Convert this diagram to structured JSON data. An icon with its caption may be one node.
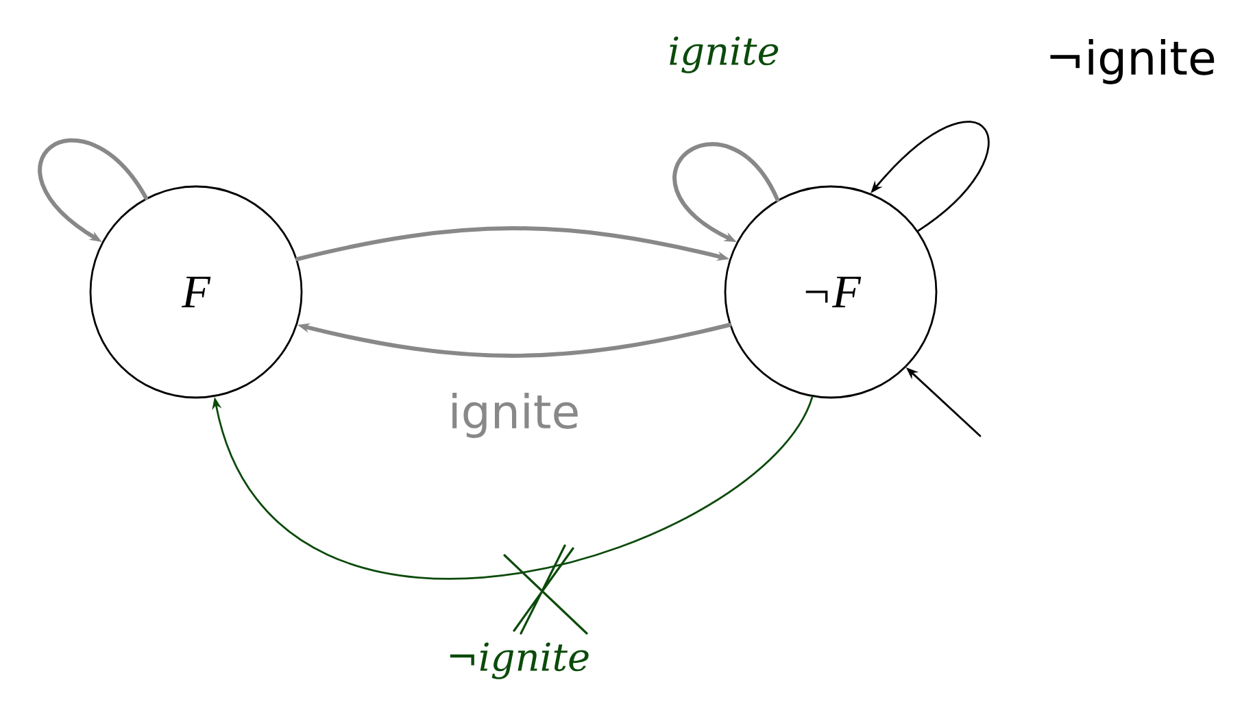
{
  "diagram": {
    "nodes": [
      {
        "text": [
          "F"
        ]
      },
      {
        "text": [
          "¬F"
        ]
      }
    ],
    "edges": [
      {
        "from": 0,
        "to": 0,
        "arrow": "to"
      },
      {
        "from": 0,
        "to": 1,
        "arrow": "to"
      },
      {
        "from": 1,
        "to": 0,
        "arrow": "to",
        "label": "ignite"
      },
      {
        "from": 1,
        "to": 1,
        "arrow": "to",
        "label": "ignite"
      },
      {
        "from": 1,
        "to": 1,
        "arrow": "to",
        "label": "¬ignite",
        "color": "#000000"
      },
      {
        "from": null,
        "to": 1,
        "arrow": "to",
        "color": "#000000"
      },
      {
        "from": 1,
        "to": 0,
        "arrow": "to",
        "label": "¬ignite",
        "color": "#0b4a0b"
      }
    ]
  }
}
